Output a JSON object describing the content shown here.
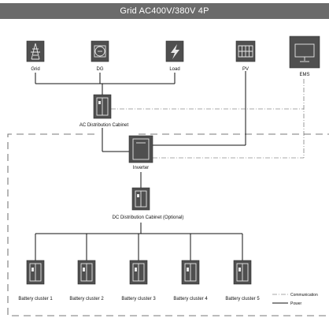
{
  "banner": {
    "title": "Grid AC400V/380V 4P"
  },
  "nodes": {
    "grid": "Grid",
    "dg": "DG",
    "load": "Load",
    "pv": "PV",
    "ems": "EMS",
    "ac_cabinet": "AC Distribution Cabinet",
    "inverter": "Inverter",
    "dc_cabinet": "DC Distribution Cabinet  (Optional)"
  },
  "battery_clusters": [
    "Battery cluster 1",
    "Battery cluster 2",
    "Battery cluster 3",
    "Battery cluster 4",
    "Battery cluster 5"
  ],
  "legend": {
    "communication": "Communication",
    "power": "Power"
  },
  "icons": {
    "grid": "transmission-tower-icon",
    "dg": "generator-icon",
    "load": "lightning-bolt-icon",
    "pv": "solar-panel-icon",
    "ems": "computer-monitor-icon",
    "cabinet": "cabinet-icon",
    "inverter": "inverter-icon",
    "battery": "battery-cabinet-icon"
  }
}
